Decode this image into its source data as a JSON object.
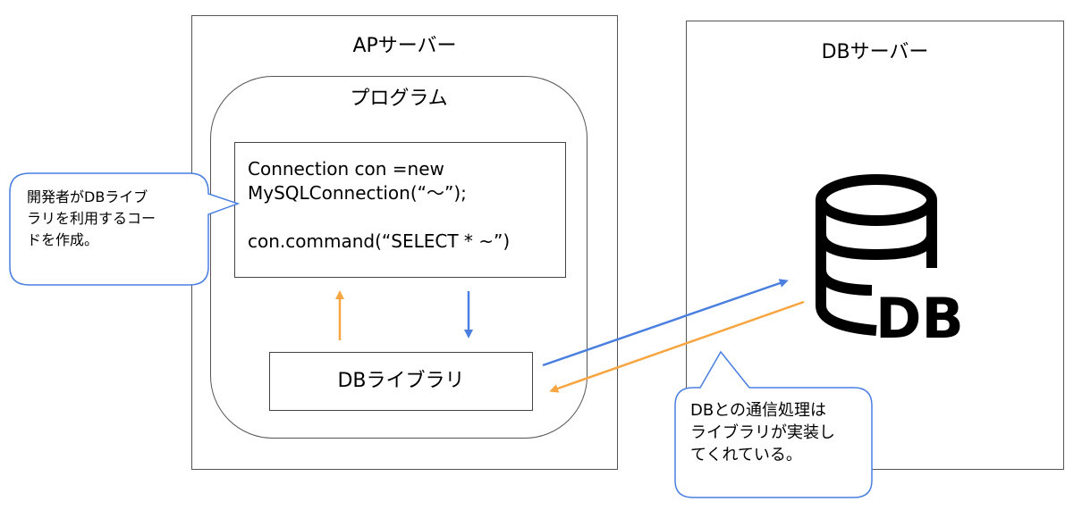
{
  "ap_server": {
    "title": "APサーバー"
  },
  "db_server": {
    "title": "DBサーバー"
  },
  "program": {
    "title": "プログラム"
  },
  "code": {
    "text": "Connection con =new\nMySQLConnection(“～”);\n\ncon.command(“SELECT * ~”)"
  },
  "db_library": {
    "label": "DBライブラリ"
  },
  "db_icon": {
    "name": "database-icon",
    "text": "DB"
  },
  "callouts": {
    "developer": "開発者がDBライブ\nラリを利用するコー\nドを作成。",
    "communication": "DBとの通信処理は\nライブラリが実装し\nてくれている。"
  },
  "colors": {
    "blue_arrow": "#4a7fe0",
    "orange_arrow": "#f7a541",
    "callout_border": "#4a7fe0",
    "box_border": "#555555"
  }
}
